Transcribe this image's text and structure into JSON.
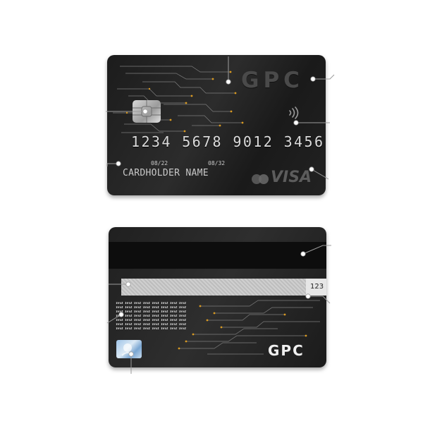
{
  "front": {
    "logo": "GPC",
    "card_number": "1234 5678 9012 3456",
    "valid_from": "08/22",
    "valid_thru": "08/32",
    "cardholder": "CARDHOLDER NAME",
    "brand": "VISA",
    "icons": [
      "chip-icon",
      "contactless-icon",
      "mastercard-circles-icon"
    ]
  },
  "back": {
    "cvv": "123",
    "fine_print": "Text Text Text Text Text Text Text Text",
    "logo": "GPC",
    "icons": [
      "hologram-icon"
    ]
  },
  "colors": {
    "card_dark": "#1e1e1e",
    "circuit_line": "#8a8a8a",
    "circuit_dot": "#e0a020",
    "callout": "#9a9a9a"
  }
}
